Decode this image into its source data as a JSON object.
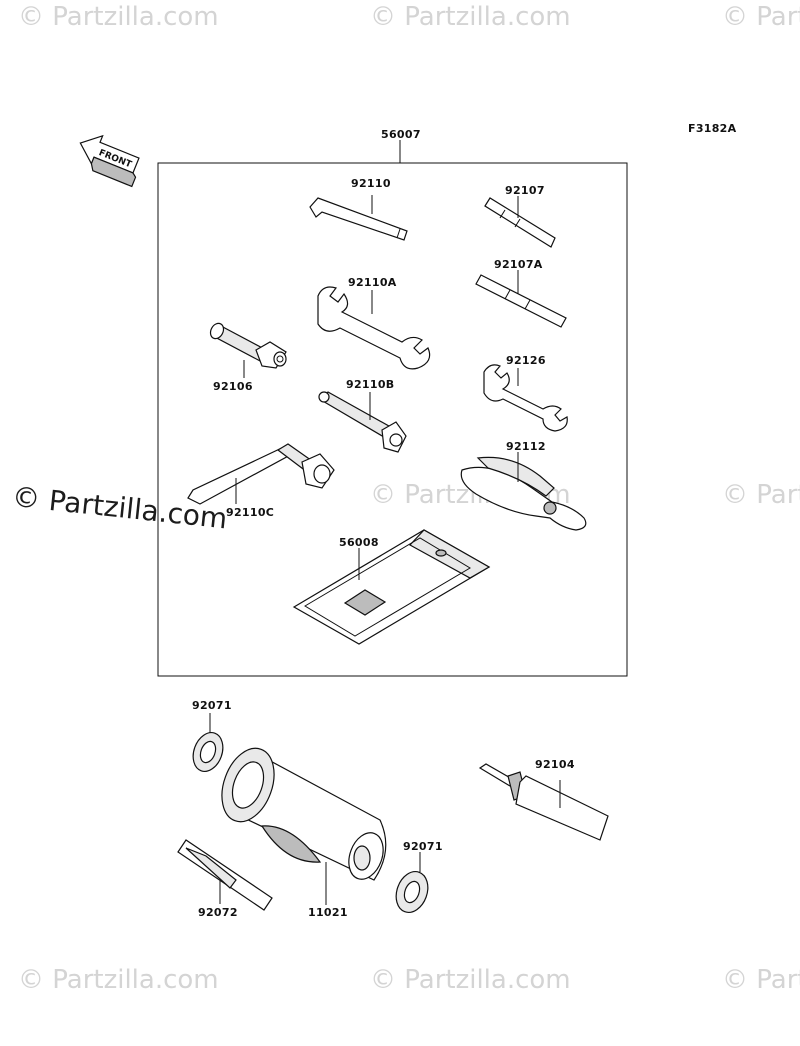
{
  "diagram_code": "F3182A",
  "front_label": "FRONT",
  "watermarks": {
    "small": "© Partzilla.com",
    "large": "© Partzilla.com"
  },
  "parts": {
    "p56007": "56007",
    "p92110": "92110",
    "p92107": "92107",
    "p92110A": "92110A",
    "p92107A": "92107A",
    "p92106": "92106",
    "p92110B": "92110B",
    "p92126": "92126",
    "p92112": "92112",
    "p92110C": "92110C",
    "p56008": "56008",
    "p92071a": "92071",
    "p92104": "92104",
    "p92071b": "92071",
    "p92072": "92072",
    "p11021": "11021"
  },
  "colors": {
    "line": "#111111",
    "watermark": "#d4d4d4",
    "shade": "#bcbcbc"
  }
}
